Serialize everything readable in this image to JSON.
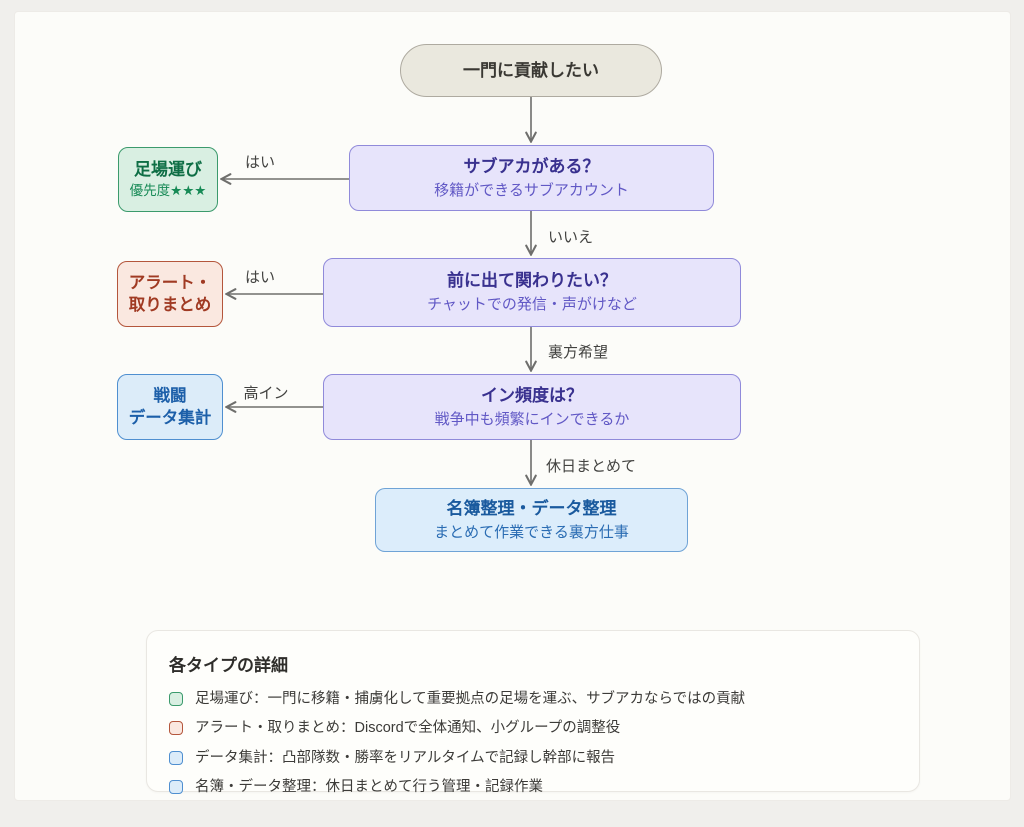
{
  "flowchart": {
    "start": "一門に貢献したい",
    "decision1": {
      "title": "サブアカがある？",
      "subtitle": "移籍ができるサブアカウント"
    },
    "decision2": {
      "title": "前に出て関わりたい？",
      "subtitle": "チャットでの発信・声がけなど"
    },
    "decision3": {
      "title": "イン頻度は？",
      "subtitle": "戦争中も頻繁にインできるか"
    },
    "outcome_ashiba": {
      "title": "足場運び",
      "subtitle": "優先度★★★"
    },
    "outcome_alert": {
      "line1": "アラート・",
      "line2": "取りまとめ"
    },
    "outcome_battle": {
      "line1": "戦闘",
      "line2": "データ集計"
    },
    "outcome_roster": {
      "title": "名簿整理・データ整理",
      "subtitle": "まとめて作業できる裏方仕事"
    },
    "edges": {
      "yes1": "はい",
      "no1": "いいえ",
      "yes2": "はい",
      "backstage": "裏方希望",
      "high_in": "高イン",
      "weekend": "休日まとめて"
    }
  },
  "legend": {
    "title": "各タイプの詳細",
    "items": [
      {
        "color": "green",
        "text": "足場運び：一門に移籍・捕虜化して重要拠点の足場を運ぶ、サブアカならではの貢献"
      },
      {
        "color": "red",
        "text": "アラート・取りまとめ：Discordで全体通知、小グループの調整役"
      },
      {
        "color": "blue",
        "text": "データ集計：凸部隊数・勝率をリアルタイムで記録し幹部に報告"
      },
      {
        "color": "blue",
        "text": "名簿・データ整理：休日まとめて行う管理・記録作業"
      }
    ]
  },
  "colors": {
    "swatches": {
      "green": {
        "fill": "#d9efe2",
        "border": "#3b9a6c"
      },
      "red": {
        "fill": "#fae8e0",
        "border": "#b4563c"
      },
      "blue": {
        "fill": "#dcecf9",
        "border": "#4f8fd0"
      }
    },
    "decision_fill": "#e7e4fb",
    "decision_border": "#908ada",
    "decision_title": "#39318f",
    "start_fill": "#eae8de",
    "final_fill": "#dcedfb",
    "arrow": "#6e6e6c",
    "panel_bg": "#fcfcf9",
    "page_bg": "#f0efec"
  }
}
